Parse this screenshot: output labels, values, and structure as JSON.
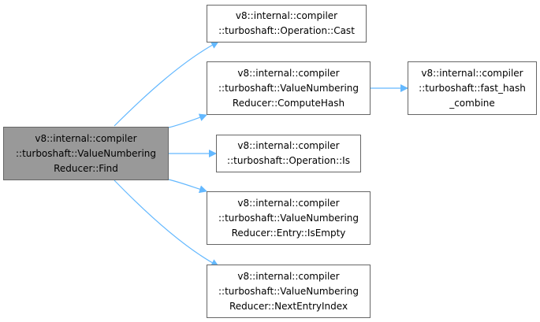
{
  "colors": {
    "edge": "#63b8ff",
    "focus_fill": "#999999",
    "border": "#666666"
  },
  "nodes": {
    "find": {
      "lines": [
        "v8::internal::compiler",
        "::turboshaft::ValueNumbering",
        "Reducer::Find"
      ]
    },
    "cast": {
      "lines": [
        "v8::internal::compiler",
        "::turboshaft::Operation::Cast"
      ]
    },
    "compute_hash": {
      "lines": [
        "v8::internal::compiler",
        "::turboshaft::ValueNumbering",
        "Reducer::ComputeHash"
      ]
    },
    "fast_hash_combine": {
      "lines": [
        "v8::internal::compiler",
        "::turboshaft::fast_hash",
        "_combine"
      ]
    },
    "is": {
      "lines": [
        "v8::internal::compiler",
        "::turboshaft::Operation::Is"
      ]
    },
    "is_empty": {
      "lines": [
        "v8::internal::compiler",
        "::turboshaft::ValueNumbering",
        "Reducer::Entry::IsEmpty"
      ]
    },
    "next_entry_index": {
      "lines": [
        "v8::internal::compiler",
        "::turboshaft::ValueNumbering",
        "Reducer::NextEntryIndex"
      ]
    }
  },
  "edges": [
    {
      "from": "find",
      "to": "cast"
    },
    {
      "from": "find",
      "to": "compute_hash"
    },
    {
      "from": "find",
      "to": "is"
    },
    {
      "from": "find",
      "to": "is_empty"
    },
    {
      "from": "find",
      "to": "next_entry_index"
    },
    {
      "from": "compute_hash",
      "to": "fast_hash_combine"
    }
  ]
}
